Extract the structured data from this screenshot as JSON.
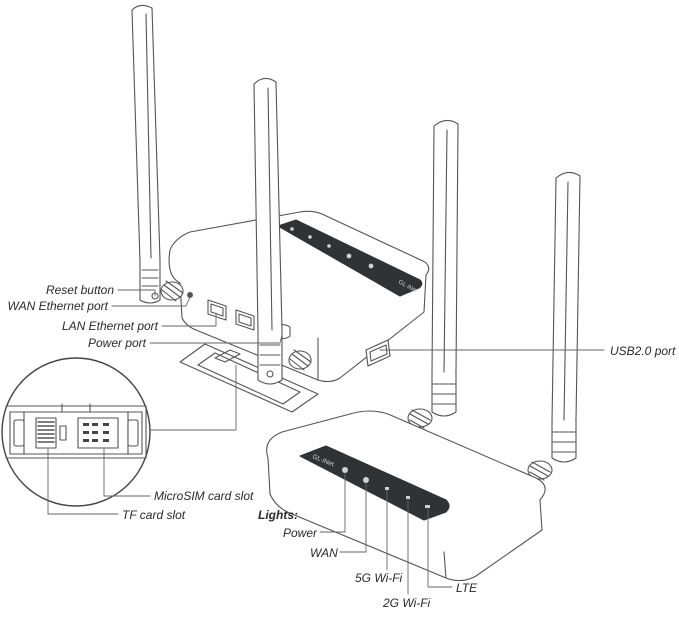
{
  "labels": {
    "reset_button": "Reset button",
    "wan_ethernet_port": "WAN Ethernet port",
    "lan_ethernet_port": "LAN Ethernet port",
    "power_port": "Power port",
    "usb_port": "USB2.0 port",
    "microsim_slot": "MicroSIM card slot",
    "tf_slot": "TF card slot",
    "lights_heading": "Lights:",
    "light_power": "Power",
    "light_wan": "WAN",
    "light_5g": "5G Wi-Fi",
    "light_2g": "2G Wi-Fi",
    "light_lte": "LTE"
  },
  "logo_text": "GL·iNet",
  "colors": {
    "line": "#555555",
    "panel": "#2f3336",
    "body_fill": "#ffffff"
  }
}
